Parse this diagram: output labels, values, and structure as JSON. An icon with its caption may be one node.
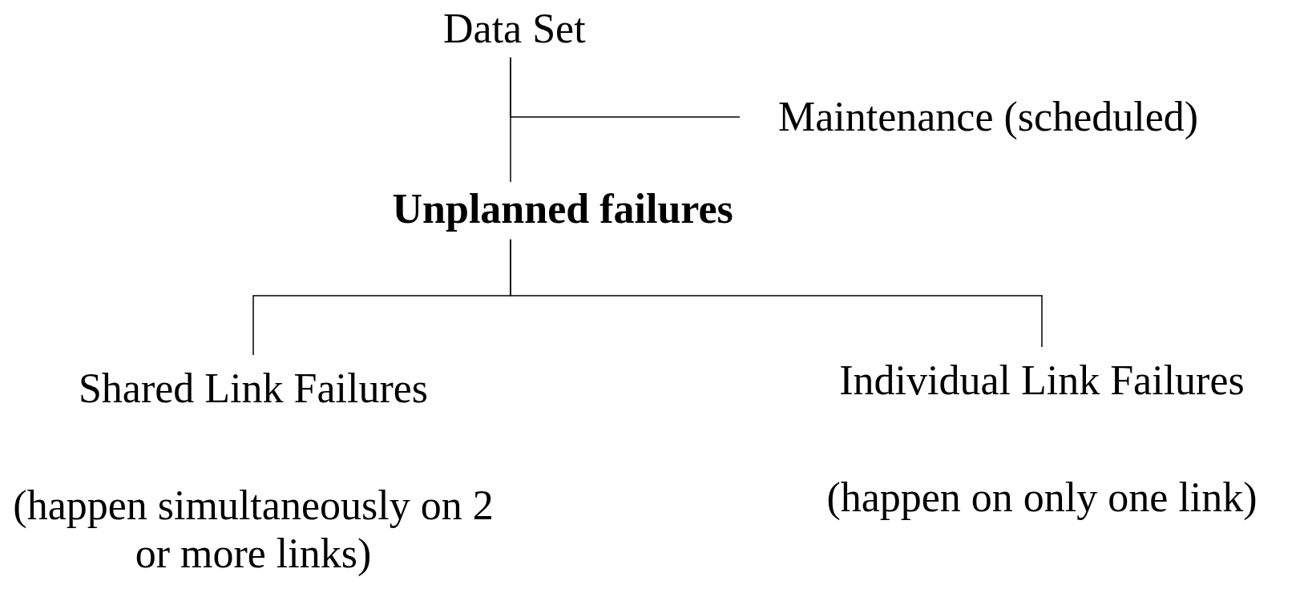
{
  "diagram": {
    "nodes": [
      {
        "text": [
          "Data Set"
        ]
      },
      {
        "text": [
          "Maintenance (scheduled)"
        ]
      },
      {
        "text": [
          "Unplanned failures"
        ]
      },
      {
        "text": [
          "Shared Link Failures",
          "(happen simultaneously on 2 or more links)"
        ]
      },
      {
        "text": [
          "Individual Link Failures",
          "(happen on only one link)"
        ]
      }
    ],
    "edges": [
      {
        "from": 0,
        "to": 1,
        "arrow": "none"
      },
      {
        "from": 0,
        "to": 2,
        "arrow": "none"
      },
      {
        "from": 2,
        "to": 3,
        "arrow": "none"
      },
      {
        "from": 2,
        "to": 4,
        "arrow": "none"
      }
    ]
  }
}
